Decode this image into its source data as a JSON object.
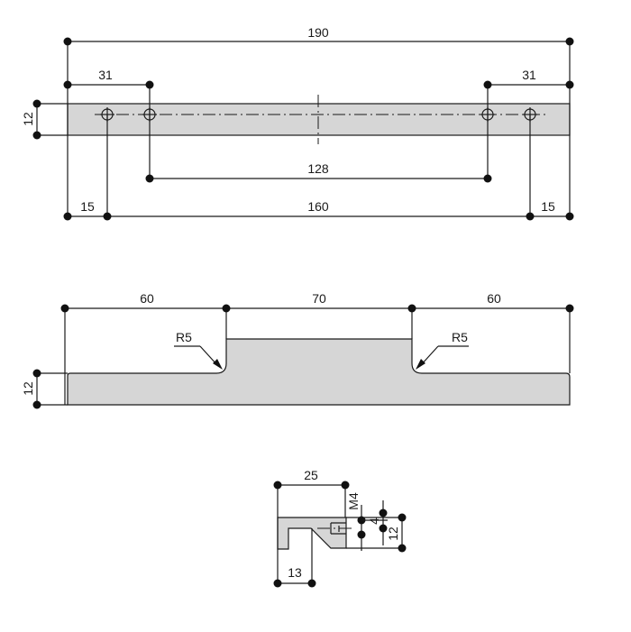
{
  "top_view": {
    "overall_length": "190",
    "hole_offset_left": "31",
    "hole_offset_right": "31",
    "thickness": "12",
    "hole_spacing_inner": "128",
    "hole_spacing_outer": "160",
    "edge_offset_left": "15",
    "edge_offset_right": "15"
  },
  "side_view": {
    "left_segment": "60",
    "middle_segment": "70",
    "right_segment": "60",
    "radius_left": "R5",
    "radius_right": "R5",
    "thickness": "12"
  },
  "section_view": {
    "width": "25",
    "thread": "M4",
    "thread_depth": "4",
    "height": "12",
    "lip_width": "13"
  }
}
